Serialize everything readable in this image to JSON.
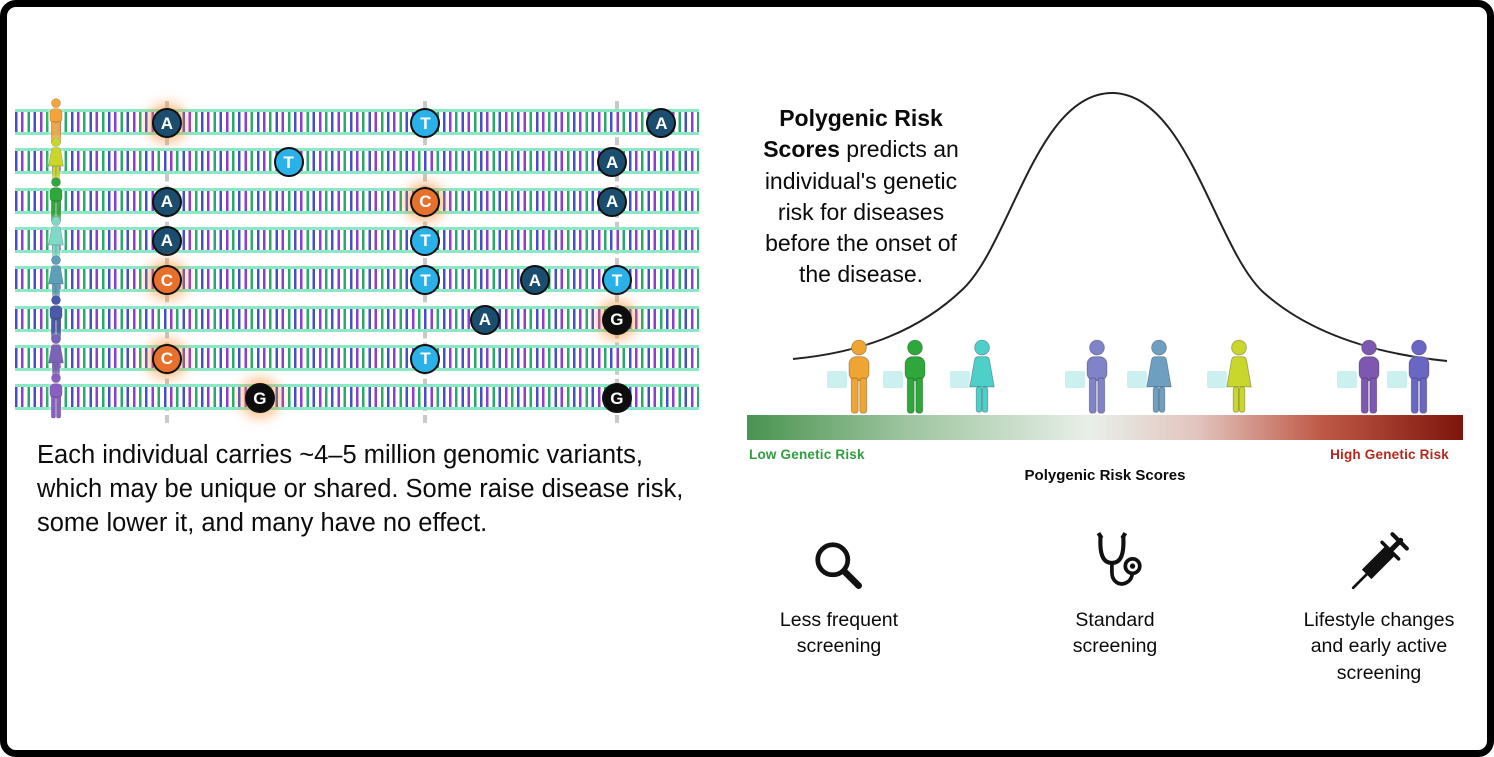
{
  "left_panel": {
    "caption": "Each individual carries ~4–5 million genomic variants, which may be unique or shared. Some raise disease risk, some lower it, and many have no effect.",
    "dashed_columns_pct": [
      22.2,
      60,
      88
    ],
    "variant_styles": {
      "A": {
        "bg": "#1b4e6e",
        "label_color": "#ffffff"
      },
      "T": {
        "bg": "#29b1e8",
        "label_color": "#ffffff"
      },
      "C": {
        "bg": "#e8702d",
        "label_color": "#ffffff"
      },
      "G": {
        "bg": "#0d0d0d",
        "label_color": "#ffffff"
      }
    },
    "rows": [
      {
        "person_color": "#f2a33a",
        "person_type": "male",
        "variants": [
          {
            "letter": "A",
            "x_pct": 22.2,
            "glow": true
          },
          {
            "letter": "T",
            "x_pct": 60,
            "glow": false
          },
          {
            "letter": "A",
            "x_pct": 94.5,
            "glow": false
          }
        ]
      },
      {
        "person_color": "#c9d62b",
        "person_type": "female",
        "variants": [
          {
            "letter": "T",
            "x_pct": 40,
            "glow": false
          },
          {
            "letter": "A",
            "x_pct": 87.3,
            "glow": false
          }
        ]
      },
      {
        "person_color": "#2ea83b",
        "person_type": "male",
        "variants": [
          {
            "letter": "A",
            "x_pct": 22.2,
            "glow": false
          },
          {
            "letter": "C",
            "x_pct": 60,
            "glow": true
          },
          {
            "letter": "A",
            "x_pct": 87.3,
            "glow": false
          }
        ]
      },
      {
        "person_color": "#7fd9c6",
        "person_type": "female",
        "variants": [
          {
            "letter": "A",
            "x_pct": 22.2,
            "glow": false
          },
          {
            "letter": "T",
            "x_pct": 60,
            "glow": false
          }
        ]
      },
      {
        "person_color": "#5e9fb8",
        "person_type": "female",
        "variants": [
          {
            "letter": "C",
            "x_pct": 22.2,
            "glow": true
          },
          {
            "letter": "T",
            "x_pct": 60,
            "glow": false
          },
          {
            "letter": "A",
            "x_pct": 76,
            "glow": false
          },
          {
            "letter": "T",
            "x_pct": 88,
            "glow": false
          }
        ]
      },
      {
        "person_color": "#4a5aa8",
        "person_type": "male",
        "variants": [
          {
            "letter": "A",
            "x_pct": 68.7,
            "glow": false
          },
          {
            "letter": "G",
            "x_pct": 88,
            "glow": true
          }
        ]
      },
      {
        "person_color": "#7a63b8",
        "person_type": "female",
        "variants": [
          {
            "letter": "C",
            "x_pct": 22.2,
            "glow": true
          },
          {
            "letter": "T",
            "x_pct": 60,
            "glow": false
          }
        ]
      },
      {
        "person_color": "#8a5fc2",
        "person_type": "male",
        "variants": [
          {
            "letter": "G",
            "x_pct": 35.8,
            "glow": true
          },
          {
            "letter": "G",
            "x_pct": 88,
            "glow": false
          }
        ]
      }
    ]
  },
  "right_panel": {
    "intro_bold": "Polygenic Risk Scores",
    "intro_rest": "predicts an individual's genetic risk for diseases before the onset of the disease.",
    "low_risk_label": "Low Genetic Risk",
    "high_risk_label": "High Genetic Risk",
    "axis_label": "Polygenic Risk Scores",
    "low_label_color": "#2f9e3f",
    "high_label_color": "#b5271a",
    "gradient_colors": [
      "#4a9350",
      "#e9efe9",
      "#7e150c"
    ],
    "persons": [
      {
        "color": "#f0a432",
        "type": "male",
        "x_pct": 15.6
      },
      {
        "color": "#2ea83b",
        "type": "male",
        "x_pct": 23.5
      },
      {
        "color": "#4fcfca",
        "type": "female",
        "x_pct": 32.8
      },
      {
        "color": "#8083c8",
        "type": "male",
        "x_pct": 48.9
      },
      {
        "color": "#6f9fc0",
        "type": "female",
        "x_pct": 57.5
      },
      {
        "color": "#c9d62b",
        "type": "female",
        "x_pct": 68.7
      },
      {
        "color": "#7e57b0",
        "type": "male",
        "x_pct": 86.9
      },
      {
        "color": "#6a66c4",
        "type": "male",
        "x_pct": 93.9
      }
    ],
    "screening_options": [
      {
        "icon": "magnifier-icon",
        "label": "Less frequent screening"
      },
      {
        "icon": "stethoscope-icon",
        "label": "Standard screening"
      },
      {
        "icon": "syringe-icon",
        "label": "Lifestyle changes and early active screening"
      }
    ]
  }
}
